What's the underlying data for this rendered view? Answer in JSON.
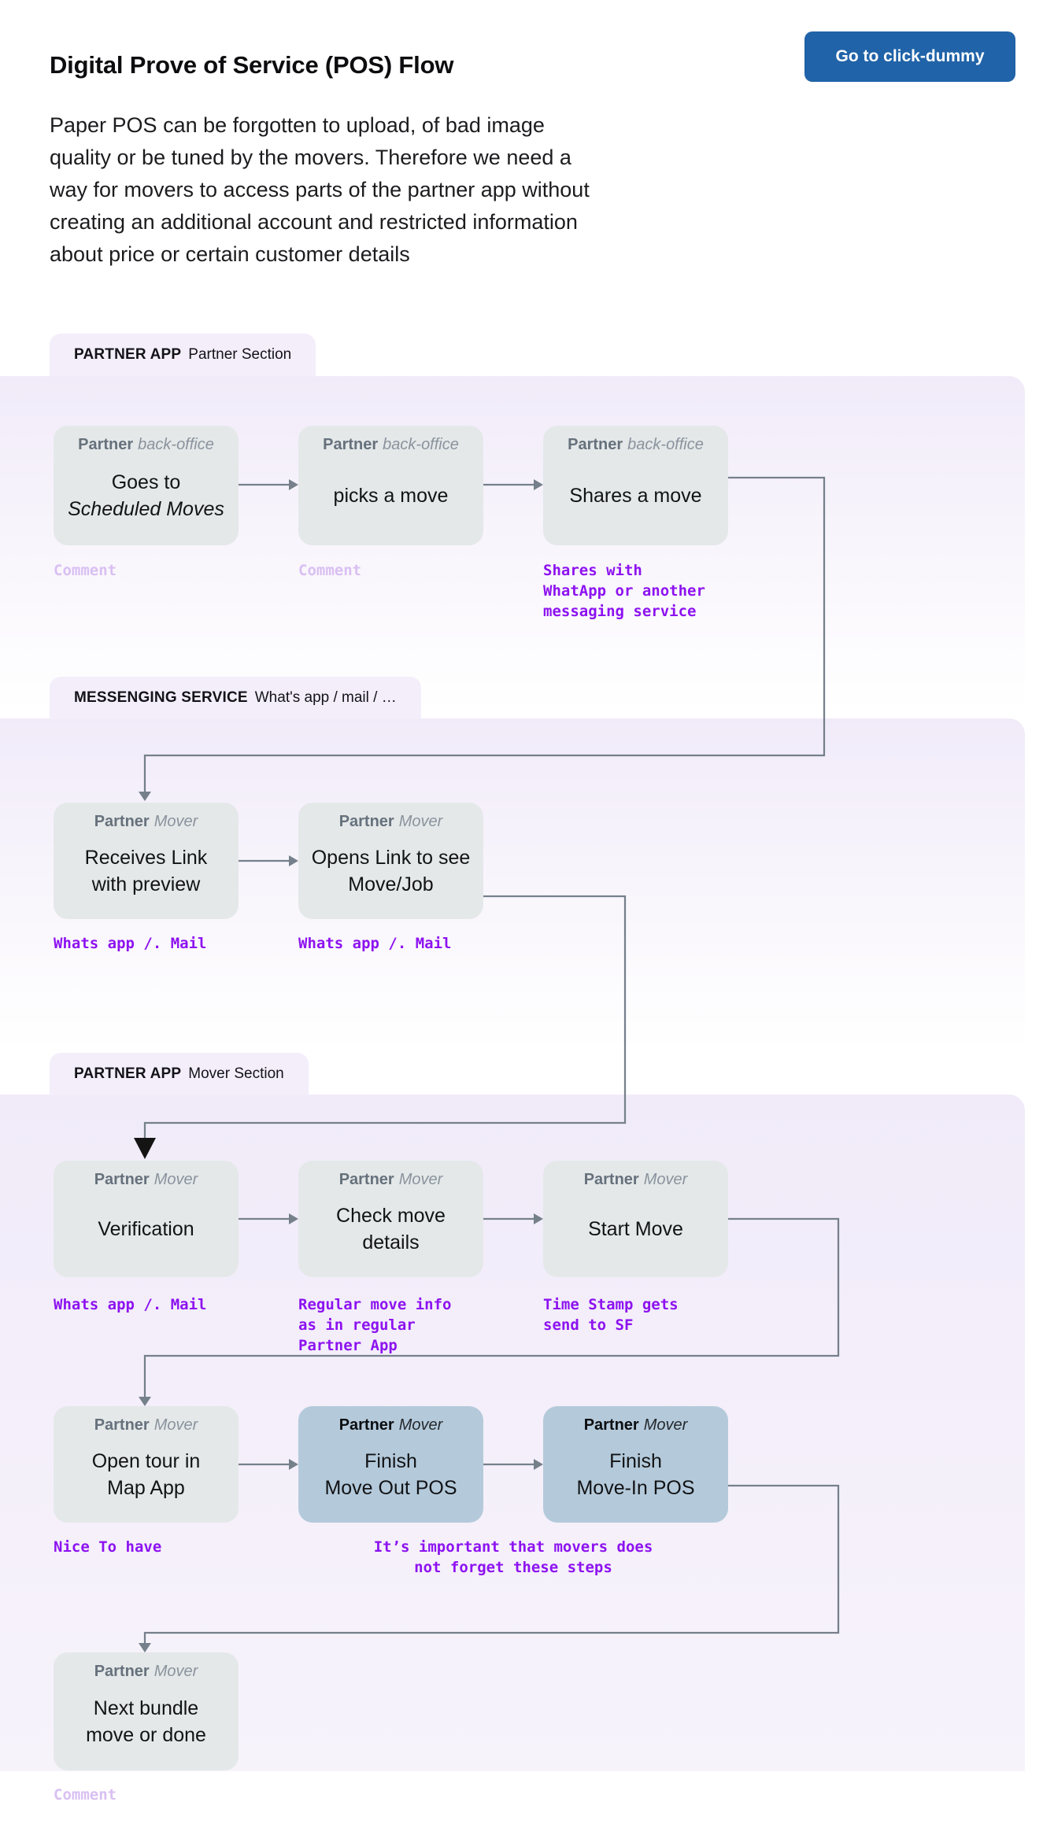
{
  "page": {
    "title": "Digital Prove of Service (POS) Flow",
    "cta": "Go to click-dummy",
    "description": "Paper POS can be forgotten to upload, of bad image\nquality or be tuned by the movers. Therefore we need a\nway for movers to access parts of the partner app without\ncreating an additional account and restricted information\nabout price or certain customer details"
  },
  "tabs": {
    "t1": {
      "bold": "PARTNER APP",
      "rest": "Partner Section"
    },
    "t2": {
      "bold": "MESSENGING SERVICE",
      "rest": "What's app / mail / …"
    },
    "t3": {
      "bold": "PARTNER APP",
      "rest": "Mover Section"
    }
  },
  "nodes": {
    "b11": {
      "role": "Partner",
      "kind": "back-office",
      "l1": "Goes to",
      "l2": "Scheduled Moves"
    },
    "b12": {
      "role": "Partner",
      "kind": "back-office",
      "l1": "picks a move"
    },
    "b13": {
      "role": "Partner",
      "kind": "back-office",
      "l1": "Shares a move"
    },
    "b21": {
      "role": "Partner",
      "kind": "Mover",
      "l1": "Receives Link",
      "l2": "with preview"
    },
    "b22": {
      "role": "Partner",
      "kind": "Mover",
      "l1": "Opens Link to see",
      "l2": "Move/Job"
    },
    "b31": {
      "role": "Partner",
      "kind": "Mover",
      "l1": "Verification"
    },
    "b32": {
      "role": "Partner",
      "kind": "Mover",
      "l1": "Check move",
      "l2": "details"
    },
    "b33": {
      "role": "Partner",
      "kind": "Mover",
      "l1": "Start Move"
    },
    "b41": {
      "role": "Partner",
      "kind": "Mover",
      "l1": "Open tour in",
      "l2": "Map App"
    },
    "b42": {
      "role": "Partner",
      "kind": "Mover",
      "l1": "Finish",
      "l2": "Move Out POS"
    },
    "b43": {
      "role": "Partner",
      "kind": "Mover",
      "l1": "Finish",
      "l2": "Move-In POS"
    },
    "b51": {
      "role": "Partner",
      "kind": "Mover",
      "l1": "Next bundle",
      "l2": "move or done"
    }
  },
  "comments": {
    "c11": "Comment",
    "c12": "Comment",
    "c13": "Shares with\nWhatApp or another\nmessaging service",
    "c21": "Whats app /. Mail",
    "c22": "Whats app /. Mail",
    "c31": "Whats app /. Mail",
    "c32": "Regular move info\nas in regular\nPartner App",
    "c33": "Time Stamp gets\nsend to SF",
    "c41": "Nice To have",
    "c42": "It’s important that movers does\nnot forget these steps",
    "c51": "Comment"
  },
  "colors": {
    "cta_blue": "#2063a8",
    "section_tint": "#f1ebf9",
    "node_gray": "#e4e8e9",
    "node_blue": "#b4cadb",
    "comment_purple": "#8d12f0",
    "comment_lavender": "#d9bff2",
    "connector_gray": "#75808b"
  }
}
